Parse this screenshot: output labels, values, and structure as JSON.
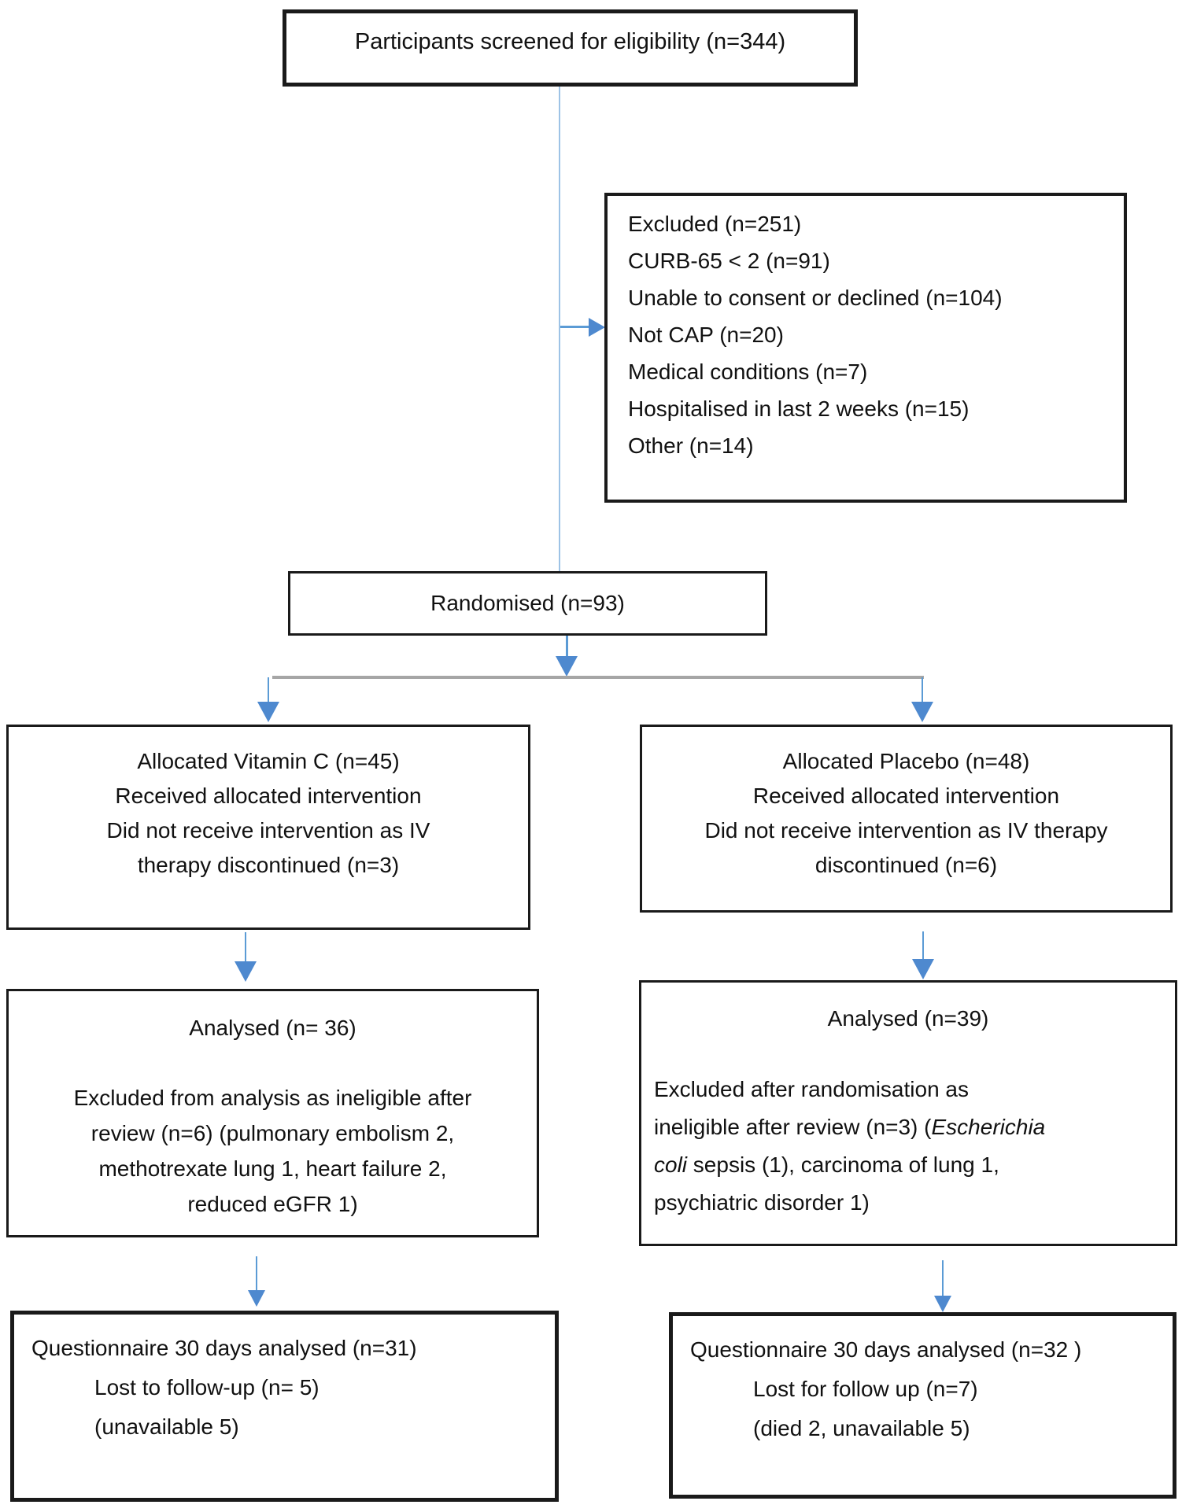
{
  "diagram": {
    "kind": "consort-flow-diagram",
    "colors": {
      "box_border": "#1a1a1a",
      "arrow_blue": "#5b9bd5",
      "arrowhead_blue": "#4e89cf",
      "connector_gray": "#a6a6a6",
      "thin_line_blue": "#9dc3e6",
      "background": "#ffffff",
      "text": "#111111"
    },
    "boxes": {
      "screened": {
        "text": "Participants screened for eligibility (n=344)"
      },
      "excluded": {
        "lines": [
          "Excluded (n=251)",
          "CURB-65 < 2 (n=91)",
          "Unable to consent or declined (n=104)",
          "Not CAP (n=20)",
          "Medical conditions (n=7)",
          "Hospitalised in last 2 weeks (n=15)",
          "Other (n=14)"
        ]
      },
      "randomised": {
        "text": "Randomised (n=93)"
      },
      "allocated_vitc": {
        "lines": [
          "Allocated Vitamin C (n=45)",
          "Received allocated intervention",
          "Did not receive intervention as IV",
          "therapy discontinued (n=3)"
        ]
      },
      "allocated_placebo": {
        "lines": [
          "Allocated Placebo (n=48)",
          "Received allocated intervention",
          "Did not receive intervention as IV therapy",
          "discontinued (n=6)"
        ]
      },
      "analysed_vitc": {
        "title": "Analysed (n= 36)",
        "detail_lines": [
          "Excluded from analysis as ineligible after",
          "review (n=6) (pulmonary embolism 2,",
          "methotrexate lung 1, heart failure 2,",
          "reduced eGFR 1)"
        ]
      },
      "analysed_placebo": {
        "title": "Analysed (n=39)",
        "detail_lines": [
          {
            "pre": "Excluded after randomisation as",
            "italic": "",
            "post": ""
          },
          {
            "pre": "ineligible after review (n=3) (",
            "italic": "Escherichia",
            "post": ""
          },
          {
            "pre": "",
            "italic": "coli",
            "post": " sepsis (1), carcinoma of lung 1,"
          },
          {
            "pre": "",
            "italic": "",
            "post": "psychiatric disorder 1)"
          }
        ]
      },
      "questionnaire_vitc": {
        "lines": [
          "Questionnaire 30 days analysed (n=31)",
          "Lost to follow-up (n= 5)",
          "(unavailable 5)"
        ]
      },
      "questionnaire_placebo": {
        "lines": [
          "Questionnaire 30 days analysed (n=32 )",
          "Lost for follow up (n=7)",
          "(died 2, unavailable 5)"
        ]
      }
    }
  }
}
